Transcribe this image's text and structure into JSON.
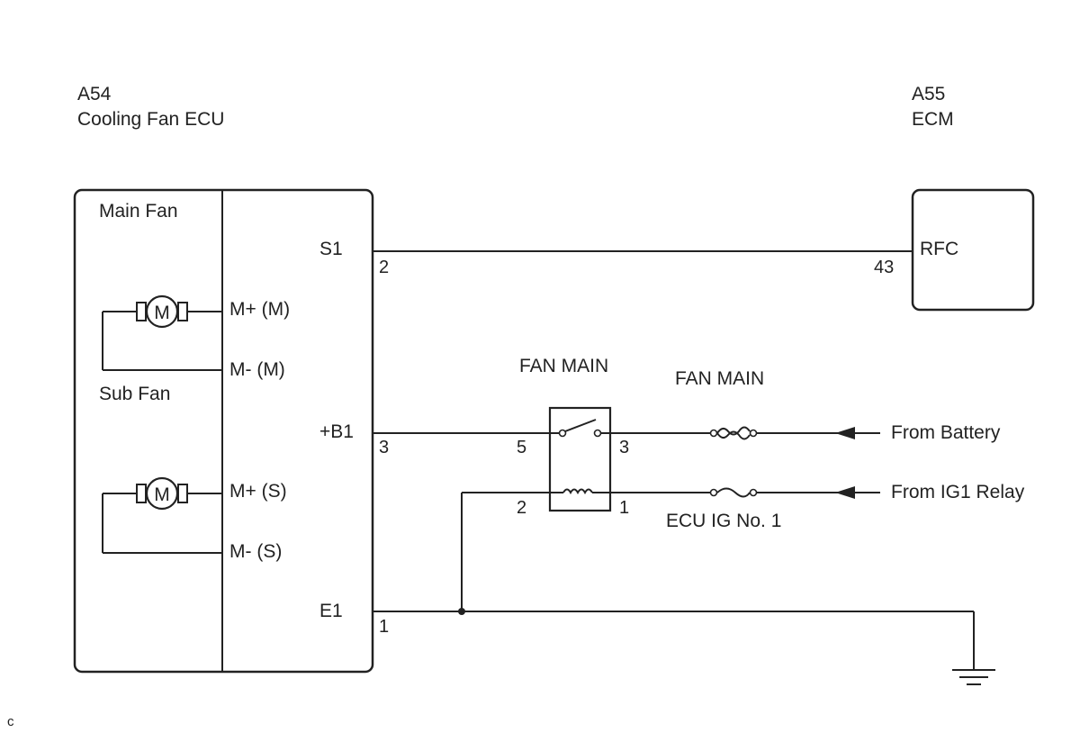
{
  "connectors": {
    "left": {
      "id": "A54",
      "name": "Cooling Fan ECU"
    },
    "right": {
      "id": "A55",
      "name": "ECM"
    }
  },
  "ecu_inner": {
    "main_fan": "Main Fan",
    "sub_fan": "Sub Fan",
    "motor_symbol": "M",
    "terminals": {
      "m_plus_m": "M+ (M)",
      "m_minus_m": "M- (M)",
      "m_plus_s": "M+ (S)",
      "m_minus_s": "M- (S)",
      "s1": "S1",
      "b1": "+B1",
      "e1": "E1"
    },
    "pins": {
      "s1": "2",
      "b1": "3",
      "e1": "1"
    }
  },
  "ecm": {
    "terminal": "RFC",
    "pin": "43"
  },
  "relay": {
    "label": "FAN MAIN",
    "pins": {
      "p5": "5",
      "p3": "3",
      "p2": "2",
      "p1": "1"
    }
  },
  "fuses": {
    "fan_main": "FAN MAIN",
    "ecu_ig": "ECU IG No. 1"
  },
  "sources": {
    "battery": "From Battery",
    "ig1": "From IG1 Relay"
  },
  "corner_mark": "C"
}
